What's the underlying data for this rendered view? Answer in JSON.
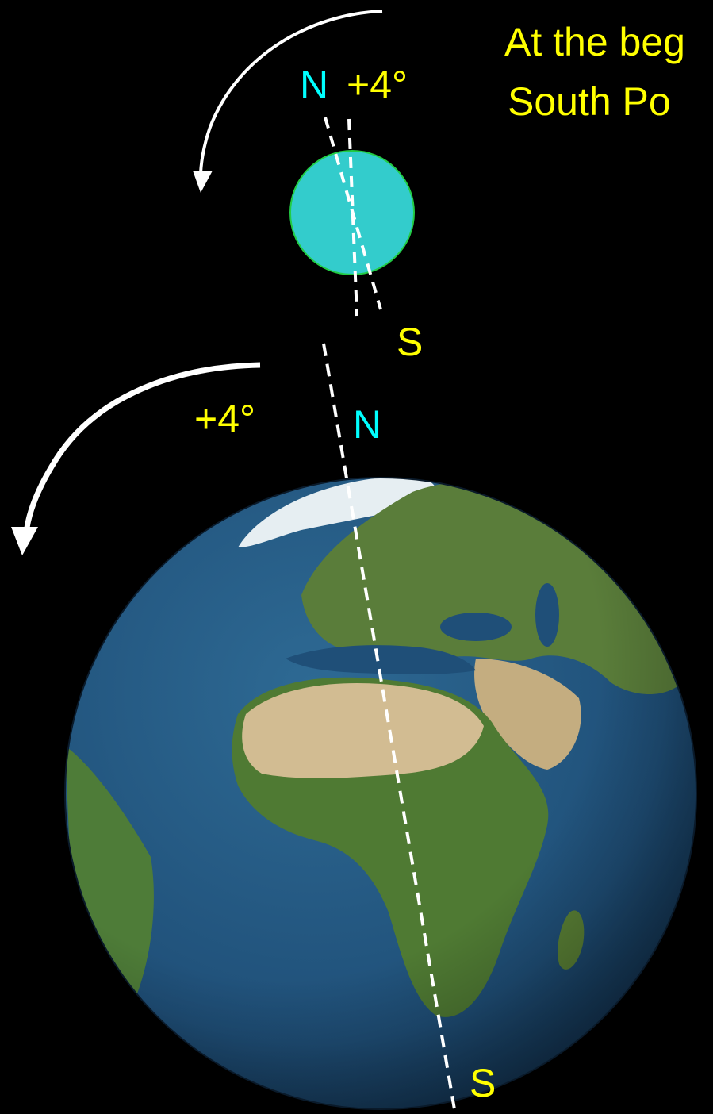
{
  "caption": {
    "line1": "At the beg",
    "line2": "South Po"
  },
  "small_globe": {
    "north_label": "N",
    "south_label": "S",
    "tilt_label": "+4°",
    "fill_color": "#33cccc",
    "outline_color": "#22cc44"
  },
  "earth": {
    "north_label": "N",
    "south_label": "S",
    "tilt_label": "+4°"
  },
  "colors": {
    "background": "#000000",
    "text_yellow": "#ffff00",
    "text_cyan": "#00ffff",
    "axis_white": "#ffffff",
    "ocean": "#1f4f78",
    "land_green": "#4c7a34",
    "desert": "#c9b48a"
  }
}
